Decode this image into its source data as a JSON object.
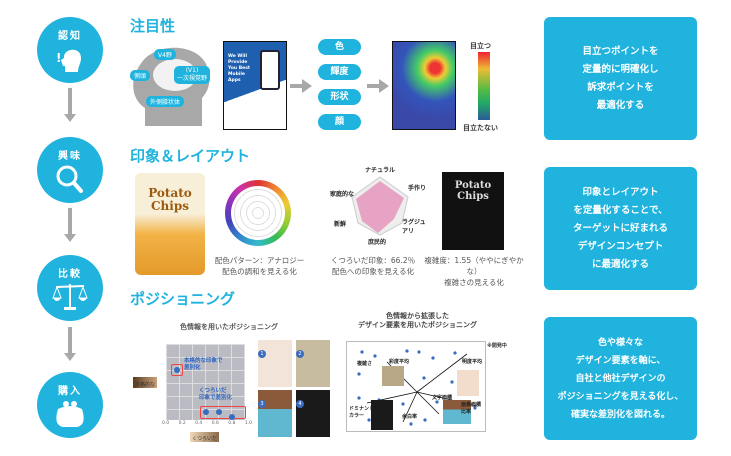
{
  "stages": [
    {
      "label": "認知",
      "icon": "head-icon"
    },
    {
      "label": "興味",
      "icon": "magnifier-icon"
    },
    {
      "label": "比較",
      "icon": "scale-icon"
    },
    {
      "label": "購入",
      "icon": "purse-icon"
    }
  ],
  "attention": {
    "title": "注目性",
    "brain_labels": [
      "V4野",
      "側頭",
      "(V1)",
      "一次視覚野",
      "外側膝状体"
    ],
    "poster_text": "We Will Provide You Best Mobile Apps",
    "features": [
      "色",
      "輝度",
      "形状",
      "顔"
    ],
    "scale_high": "目立つ",
    "scale_low": "目立たない"
  },
  "impression": {
    "title": "印象＆レイアウト",
    "bag_text": [
      "Potato",
      "Chips"
    ],
    "color_caption": [
      "配色パターン：アナロジー",
      "配色の調和を見える化"
    ],
    "radar_labels": [
      "ナチュラル",
      "手作り",
      "ラグジュアリ",
      "庶民的",
      "新鮮",
      "家庭的な"
    ],
    "radar_caption": [
      "くつろいだ印象：66.2％",
      "配色への印象を見える化"
    ],
    "complexity_caption": [
      "複雑度：1.55（ややにぎやかな）",
      "複雑さの見える化"
    ]
  },
  "positioning": {
    "title": "ポジショニング",
    "left_title": "色情報を用いたポジショニング",
    "left_notes": [
      "本格的な印象で",
      "差別化",
      "くつろいだ",
      "印象で差別化"
    ],
    "left_axis_y": "本格的な",
    "left_axis_x": "くつろいだ",
    "left_ticks": [
      "0.0",
      "0.2",
      "0.4",
      "0.6",
      "0.8",
      "1.0"
    ],
    "menu_numbers": [
      "1",
      "2",
      "3",
      "4"
    ],
    "right_title": [
      "色情報から拡張した",
      "デザイン要素を用いたポジショニング"
    ],
    "right_note": "※開発中",
    "right_labels": [
      "複雑さ",
      "彩度平均",
      "明度平均",
      "ドミナント",
      "カラー",
      "文字面積",
      "余白率",
      "画像面積比率"
    ]
  },
  "summaries": [
    [
      "目立つポイントを",
      "定量的に明確化し",
      "訴求ポイントを",
      "最適化する"
    ],
    [
      "印象とレイアウト",
      "を定量化することで、",
      "ターゲットに好まれる",
      "デザインコンセプト",
      "に最適化する"
    ],
    [
      "色や様々な",
      "デザイン要素を軸に、",
      "自社と他社デザインの",
      "ポジショニングを見える化し、",
      "確実な差別化を図れる。"
    ]
  ],
  "colors": {
    "accent": "#1fb3de",
    "arrow": "#a8a8a8"
  }
}
